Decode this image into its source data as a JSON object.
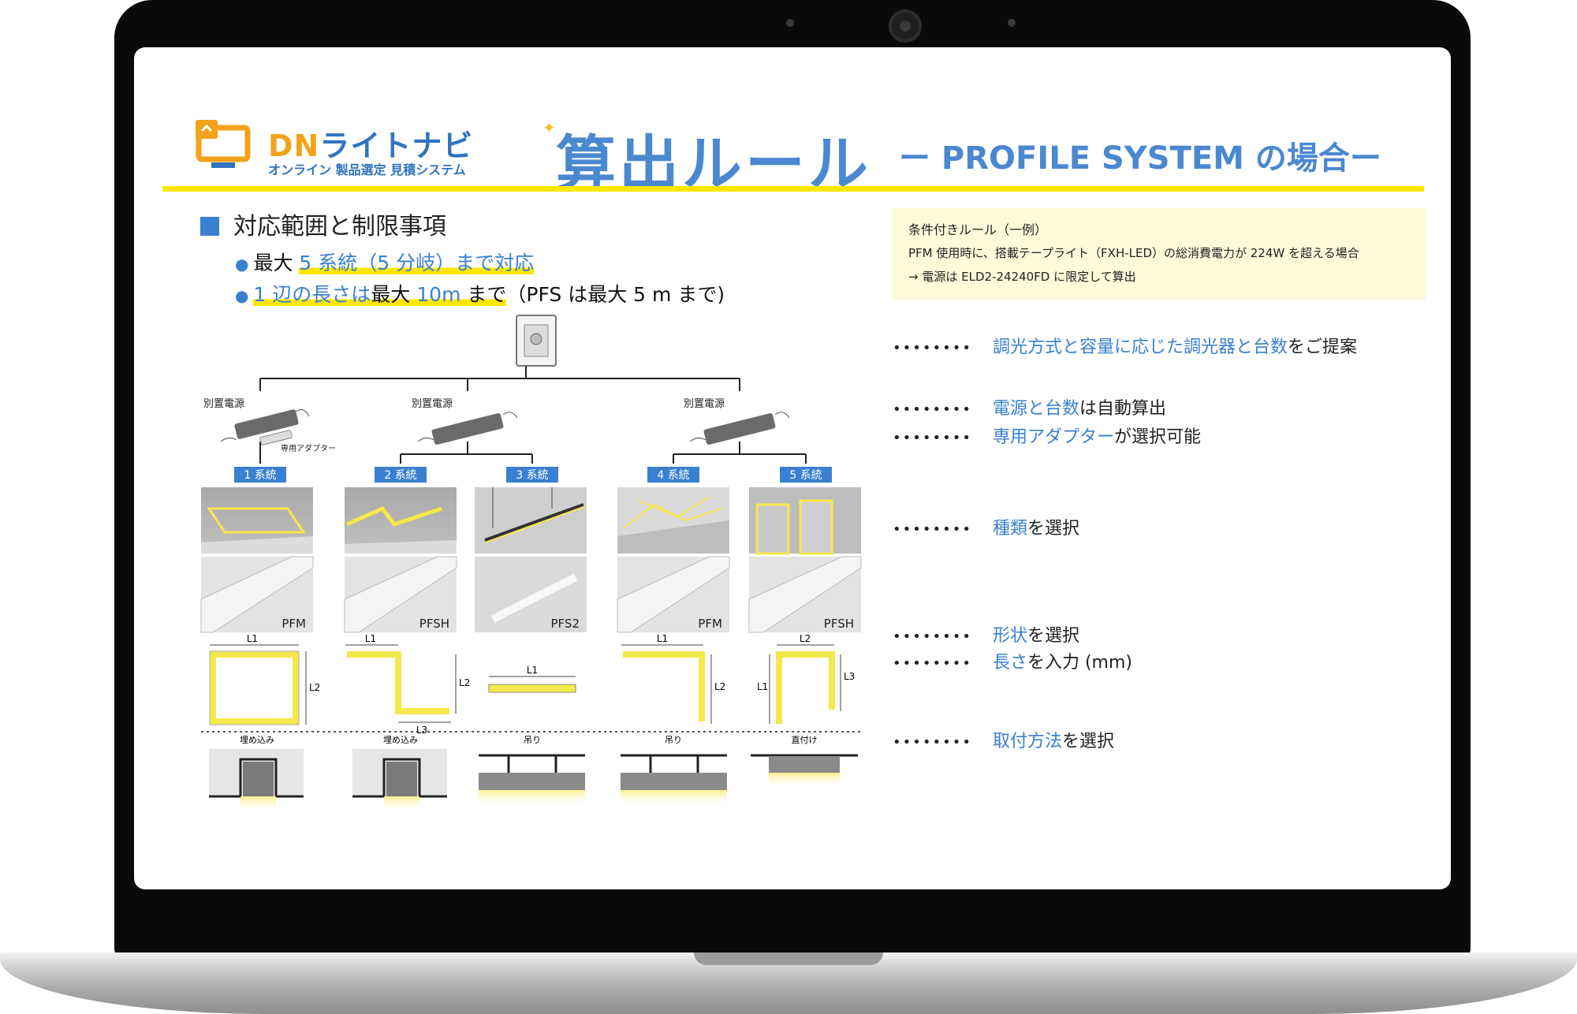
{
  "logo": {
    "title_dn": "DN",
    "title_rest": "ライトナビ",
    "subtitle": "オンライン 製品選定 見積システム"
  },
  "slide": {
    "title": "算出ルール",
    "subtitle": "ー PROFILE SYSTEM の場合ー",
    "section_heading": "対応範囲と制限事項",
    "bullet1": {
      "pre": "最大 ",
      "hl": "5 系統（5 分岐）まで対応"
    },
    "bullet2": {
      "hl_blue": "1 辺の長さは",
      "hl_black": "最大 ",
      "hl_blue2": "10m",
      "hl_black2": " まで",
      "post": "（PFS は最大 5 m まで)"
    }
  },
  "note": {
    "title": "条件付きルール（一例）",
    "line1": "PFM 使用時に、搭載テープライト（FXH-LED）の総消費電力が 224W を超える場合",
    "line2": "→ 電源は ELD2-24240FD に限定して算出"
  },
  "steps": [
    {
      "blue": "調光方式と容量に応じた調光器と台数",
      "black": "をご提案"
    },
    {
      "blue": "電源と台数",
      "black": "は自動算出"
    },
    {
      "blue": "専用アダプター",
      "black": "が選択可能"
    },
    {
      "blue": "種類",
      "black": "を選択"
    },
    {
      "blue": "形状",
      "black": "を選択"
    },
    {
      "blue": "長さ",
      "black": "を入力 (mm)"
    },
    {
      "blue": "取付方法",
      "black": "を選択"
    }
  ],
  "step_dots": "••••••••",
  "diagram": {
    "power_label": "別置電源",
    "adapter_label": "専用アダプター",
    "systems": [
      {
        "label": "1 系統",
        "profile": "PFM",
        "mount": "埋め込み",
        "dims": [
          "L1",
          "L2"
        ]
      },
      {
        "label": "2 系統",
        "profile": "PFSH",
        "mount": "埋め込み",
        "dims": [
          "L1",
          "L2",
          "L3"
        ]
      },
      {
        "label": "3 系統",
        "profile": "PFS2",
        "mount": "吊り",
        "dims": [
          "L1"
        ]
      },
      {
        "label": "4 系統",
        "profile": "PFM",
        "mount": "吊り",
        "dims": [
          "L1",
          "L2"
        ]
      },
      {
        "label": "5 系統",
        "profile": "PFSH",
        "mount": "直付け",
        "dims": [
          "L2",
          "L1",
          "L3"
        ]
      }
    ]
  },
  "colors": {
    "accent": "#3a80d0",
    "highlight": "#ffe600",
    "note_bg": "#fdfbd9",
    "strip": "#f5e84a"
  }
}
